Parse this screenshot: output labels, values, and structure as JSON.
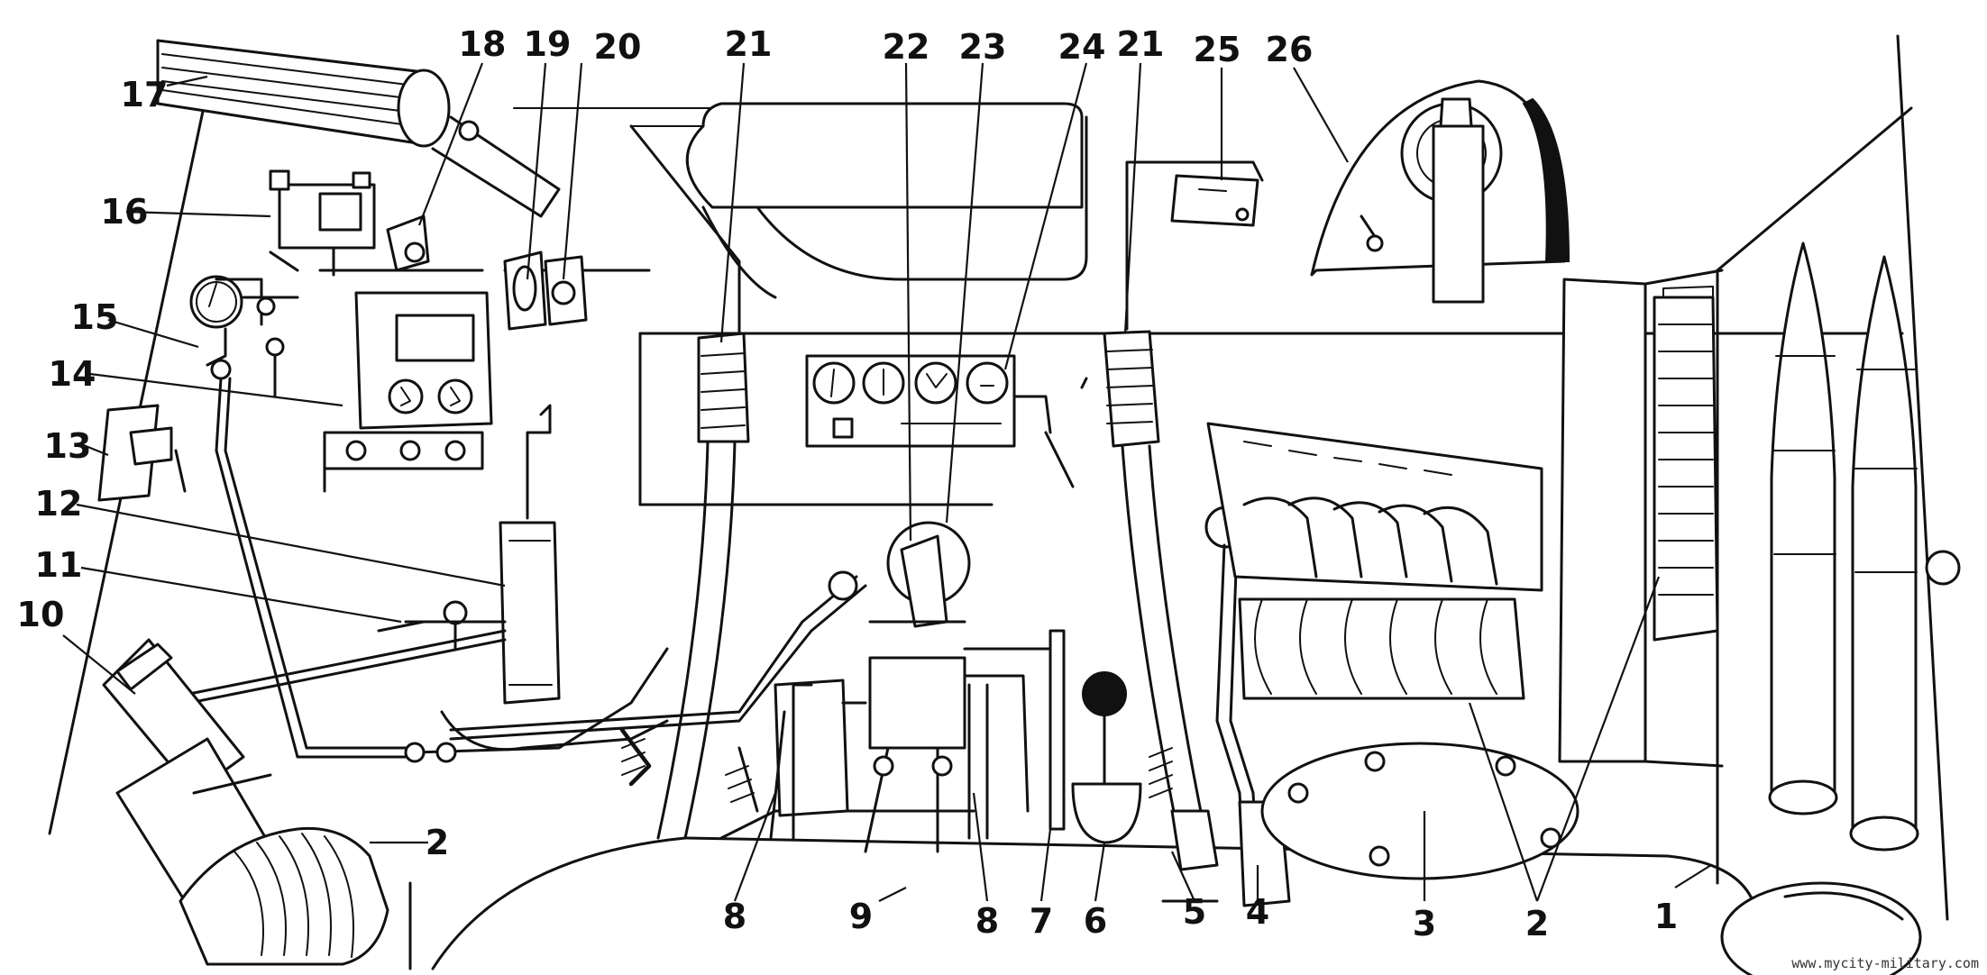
{
  "callouts": [
    {
      "id": "1",
      "text": "1"
    },
    {
      "id": "2a",
      "text": "2"
    },
    {
      "id": "2b",
      "text": "2"
    },
    {
      "id": "3",
      "text": "3"
    },
    {
      "id": "4",
      "text": "4"
    },
    {
      "id": "5",
      "text": "5"
    },
    {
      "id": "6",
      "text": "6"
    },
    {
      "id": "7",
      "text": "7"
    },
    {
      "id": "8a",
      "text": "8"
    },
    {
      "id": "8b",
      "text": "8"
    },
    {
      "id": "9",
      "text": "9"
    },
    {
      "id": "10",
      "text": "10"
    },
    {
      "id": "11",
      "text": "11"
    },
    {
      "id": "12",
      "text": "12"
    },
    {
      "id": "13",
      "text": "13"
    },
    {
      "id": "14",
      "text": "14"
    },
    {
      "id": "15",
      "text": "15"
    },
    {
      "id": "16",
      "text": "16"
    },
    {
      "id": "17",
      "text": "17"
    },
    {
      "id": "18",
      "text": "18"
    },
    {
      "id": "19",
      "text": "19"
    },
    {
      "id": "20",
      "text": "20"
    },
    {
      "id": "21a",
      "text": "21"
    },
    {
      "id": "21b",
      "text": "21"
    },
    {
      "id": "22",
      "text": "22"
    },
    {
      "id": "23",
      "text": "23"
    },
    {
      "id": "24",
      "text": "24"
    },
    {
      "id": "25",
      "text": "25"
    },
    {
      "id": "26",
      "text": "26"
    }
  ],
  "watermark": "www.mycity-military.com",
  "colors": {
    "ink": "#111111",
    "paper": "#ffffff"
  }
}
